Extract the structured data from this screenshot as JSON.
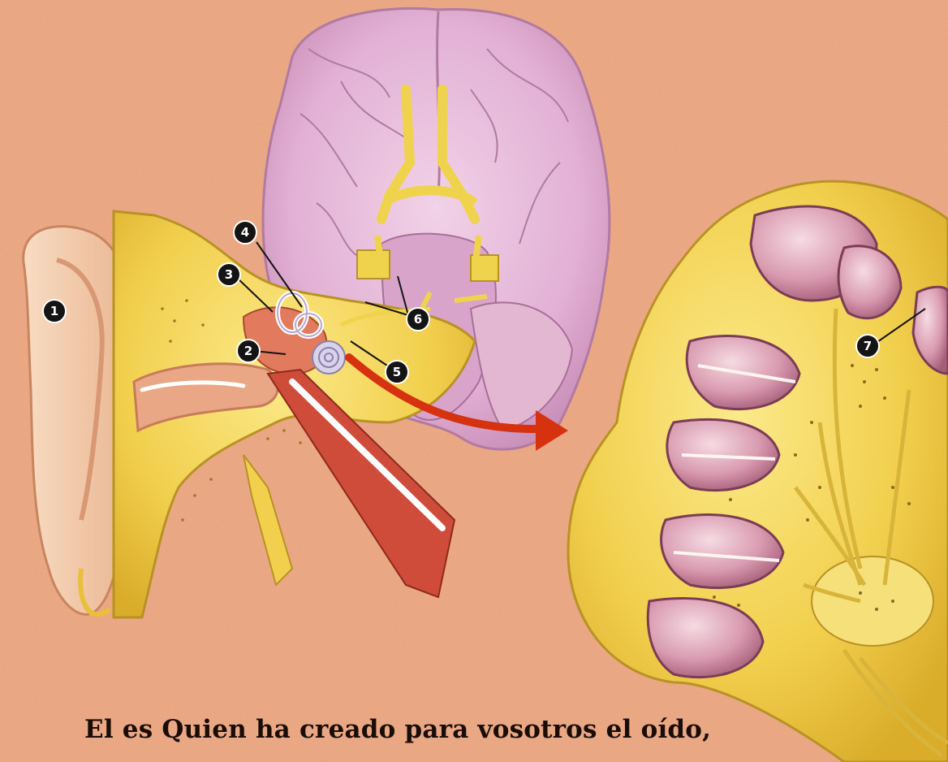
{
  "callouts": [
    {
      "id": "1",
      "label": "1"
    },
    {
      "id": "2",
      "label": "2"
    },
    {
      "id": "3",
      "label": "3"
    },
    {
      "id": "4",
      "label": "4"
    },
    {
      "id": "5",
      "label": "5"
    },
    {
      "id": "6",
      "label": "6"
    },
    {
      "id": "7",
      "label": "7"
    }
  ],
  "caption": "El es Quien ha creado para vosotros el oído,",
  "colors": {
    "background": "#e9a27c",
    "bone_yellow": "#f2d04e",
    "brain_pink": "#e6b6d8",
    "skin": "#f4c9a6",
    "arrow_red": "#d7320f",
    "callout_black": "#141414"
  }
}
